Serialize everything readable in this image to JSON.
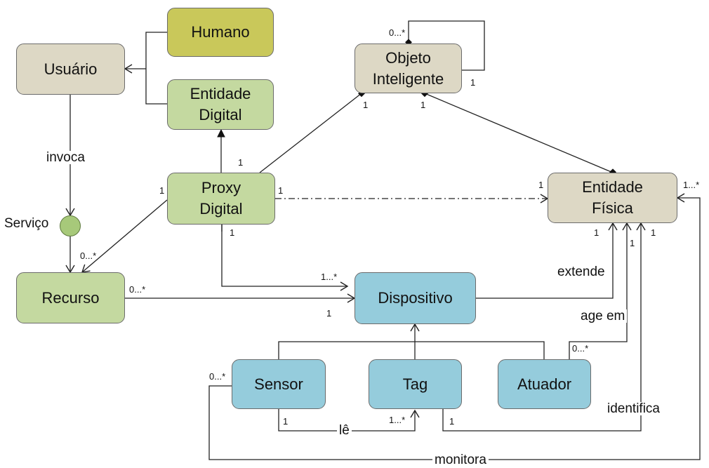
{
  "nodes": {
    "usuario": "Usuário",
    "humano": "Humano",
    "entidade_digital": "Entidade\nDigital",
    "objeto_inteligente": "Objeto\nInteligente",
    "proxy_digital": "Proxy\nDigital",
    "entidade_fisica": "Entidade\nFísica",
    "recurso": "Recurso",
    "dispositivo": "Dispositivo",
    "sensor": "Sensor",
    "tag": "Tag",
    "atuador": "Atuador",
    "servico": "Serviço"
  },
  "relations": {
    "invoca": "invoca",
    "extende": "extende",
    "age_em": "age em",
    "identifica": "identifica",
    "le": "lê",
    "monitora": "monitora"
  },
  "multiplicities": {
    "objeto_self_top": "0...*",
    "objeto_self_right": "1",
    "objeto_proxy": "1",
    "objeto_fisica": "1",
    "proxy_objeto": "1",
    "proxy_recurso": "1",
    "proxy_fisica": "1",
    "proxy_dispositivo": "1",
    "servico_recurso": "0...*",
    "recurso_dispositivo": "0...*",
    "dispositivo_proxy": "1...*",
    "dispositivo_recurso": "1",
    "fisica_proxy": "1",
    "fisica_extende": "1",
    "fisica_age_em": "1",
    "fisica_identifica": "1",
    "fisica_monitora": "1...*",
    "atuador_age_em": "0...*",
    "sensor_monitora": "0...*",
    "sensor_le": "1",
    "tag_le": "1...*",
    "tag_identifica": "1"
  }
}
